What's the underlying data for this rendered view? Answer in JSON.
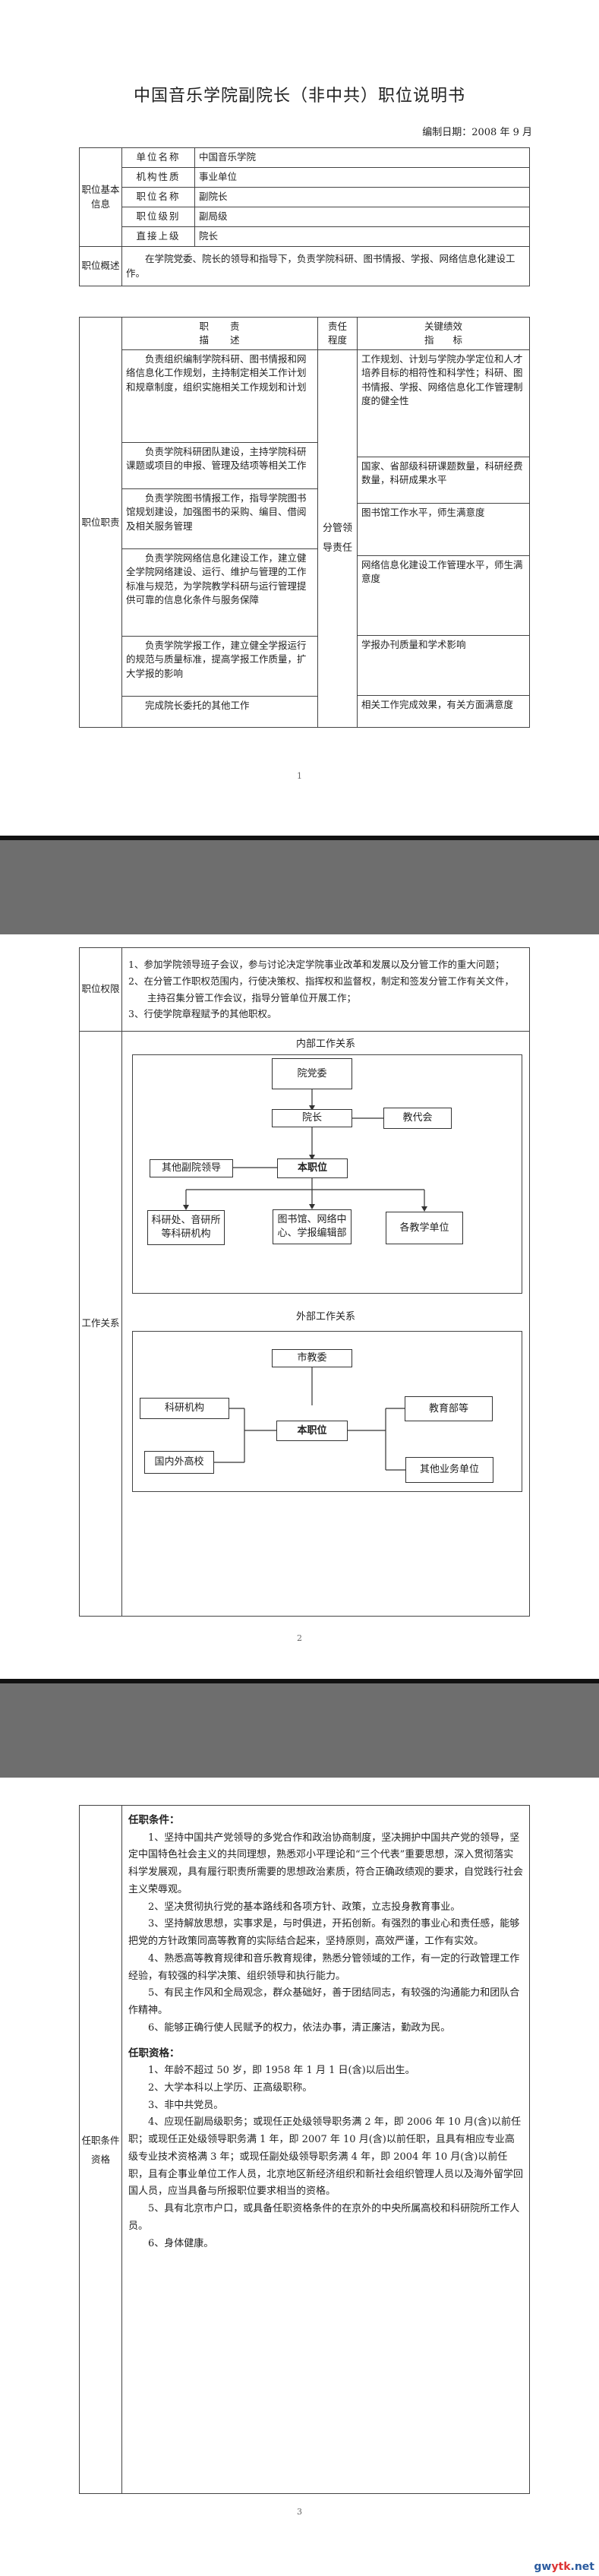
{
  "doc": {
    "title": "中国音乐学院副院长（非中共）职位说明书",
    "date": "编制日期：2008 年 9 月"
  },
  "basic": {
    "section_label": "职位基本信息",
    "rows": [
      {
        "label": "单位名称",
        "value": "中国音乐学院"
      },
      {
        "label": "机构性质",
        "value": "事业单位"
      },
      {
        "label": "职位名称",
        "value": "副院长"
      },
      {
        "label": "职位级别",
        "value": "副局级"
      },
      {
        "label": "直接上级",
        "value": "院长"
      }
    ]
  },
  "overview": {
    "label": "职位概述",
    "text": "在学院党委、院长的领导和指导下，负责学院科研、图书情报、学报、网络信息化建设工作。"
  },
  "duties": {
    "label": "职位职责",
    "header_desc": "职　　责\n描　　述",
    "header_level": "责任\n程度",
    "header_kpi": "关键绩效\n指　　标",
    "level": "分管领导责任",
    "items": [
      "负责组织编制学院科研、图书情报和网络信息化工作规划，主持制定相关工作计划和规章制度，组织实施相关工作规划和计划",
      "负责学院科研团队建设，主持学院科研课题或项目的申报、管理及结项等相关工作",
      "负责学院图书情报工作，指导学院图书馆规划建设，加强图书的采购、编目、借阅及相关服务管理",
      "负责学院网络信息化建设工作，建立健全学院网络建设、运行、维护与管理的工作标准与规范，为学院教学科研与运行管理提供可靠的信息化条件与服务保障",
      "负责学院学报工作，建立健全学报运行的规范与质量标准，提高学报工作质量，扩大学报的影响",
      "完成院长委托的其他工作"
    ],
    "kpis": [
      "工作规划、计划与学院办学定位和人才培养目标的相符性和科学性；科研、图书情报、学报、网络信息化工作管理制度的健全性",
      "国家、省部级科研课题数量，科研经费数量，科研成果水平",
      "图书馆工作水平，师生满意度",
      "网络信息化建设工作管理水平，师生满意度",
      "学报办刊质量和学术影响",
      "相关工作完成效果，有关方面满意度"
    ]
  },
  "authority": {
    "label": "职位权限",
    "items": [
      "1、参加学院领导班子会议，参与讨论决定学院事业改革和发展以及分管工作的重大问题；",
      "2、在分管工作职权范围内，行使决策权、指挥权和监督权，制定和签发分管工作有关文件，主持召集分管工作会议，指导分管单位开展工作；",
      "3、行使学院章程赋予的其他职权。"
    ]
  },
  "relations": {
    "label": "工作关系",
    "internal_title": "内部工作关系",
    "external_title": "外部工作关系",
    "internal": {
      "party": "院党委",
      "president": "院长",
      "congress": "教代会",
      "self": "本职位",
      "others": "其他副院领导",
      "unit1": "科研处、音研所等科研机构",
      "unit2": "图书馆、网络中心、学报编辑部",
      "unit3": "各教学单位"
    },
    "external": {
      "edu": "市教委",
      "research": "科研机构",
      "self": "本职位",
      "ministry": "教育部等",
      "univ": "国内外高校",
      "business": "其他业务单位"
    }
  },
  "qualification": {
    "label": "任职条件资格",
    "cond_title": "任职条件：",
    "conditions": [
      "1、坚持中国共产党领导的多党合作和政治协商制度，坚决拥护中国共产党的领导，坚定中国特色社会主义的共同理想，熟悉邓小平理论和“三个代表”重要思想，深入贯彻落实科学发展观，具有履行职责所需要的思想政治素质，符合正确政绩观的要求，自觉践行社会主义荣辱观。",
      "2、坚决贯彻执行党的基本路线和各项方针、政策，立志投身教育事业。",
      "3、坚持解放思想，实事求是，与时俱进，开拓创新。有强烈的事业心和责任感，能够把党的方针政策同高等教育的实际结合起来，坚持原则，高效严谨，工作有实效。",
      "4、熟悉高等教育规律和音乐教育规律，熟悉分管领域的工作，有一定的行政管理工作经验，有较强的科学决策、组织领导和执行能力。",
      "5、有民主作风和全局观念，群众基础好，善于团结同志，有较强的沟通能力和团队合作精神。",
      "6、能够正确行使人民赋予的权力，依法办事，清正廉洁，勤政为民。"
    ],
    "req_title": "任职资格：",
    "requirements": [
      "1、年龄不超过 50 岁，即 1958 年 1 月 1 日(含)以后出生。",
      "2、大学本科以上学历、正高级职称。",
      "3、非中共党员。",
      "4、应现任副局级职务；或现任正处级领导职务满 2 年，即 2006 年 10 月(含)以前任职；或现任正处级领导职务满 1 年，即 2007 年 10 月(含)以前任职，且具有相应专业高级专业技术资格满 3 年；或现任副处级领导职务满 4 年，即 2004 年 10 月(含)以前任职，且有企事业单位工作人员，北京地区新经济组织和新社会组织管理人员以及海外留学回国人员，应当具备与所报职位要求相当的资格。",
      "5、具有北京市户口，或具备任职资格条件的在京外的中央所属高校和科研院所工作人员。",
      "6、身体健康。"
    ]
  },
  "pages": [
    "1",
    "2",
    "3"
  ],
  "watermark": {
    "part1": "gw",
    "part2": "ytk",
    "part3": ".net"
  }
}
